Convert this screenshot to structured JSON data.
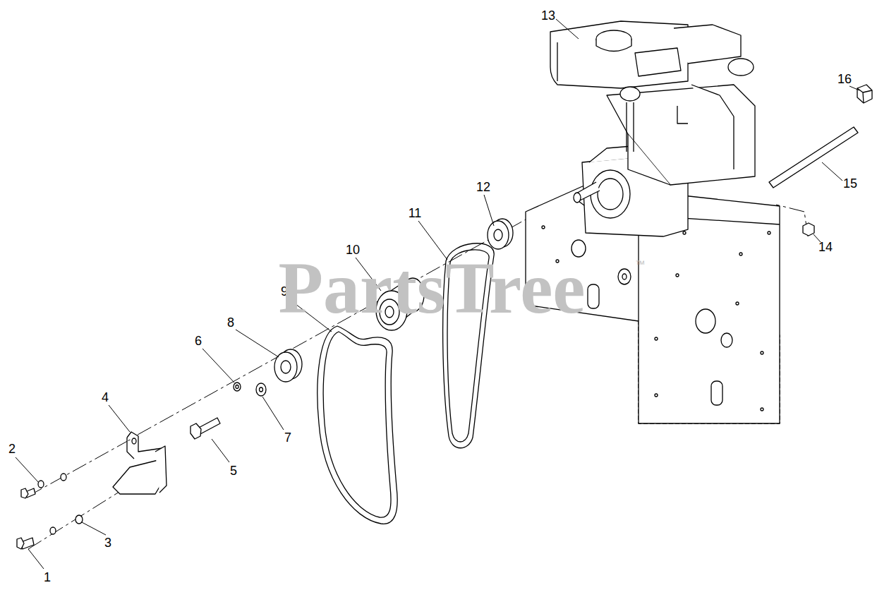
{
  "diagram": {
    "labels": [
      "13",
      "16",
      "12",
      "11",
      "15",
      "10",
      "14",
      "9",
      "8",
      "6",
      "4",
      "2",
      "7",
      "5",
      "3",
      "1",
      "PartsTree",
      "™"
    ]
  }
}
